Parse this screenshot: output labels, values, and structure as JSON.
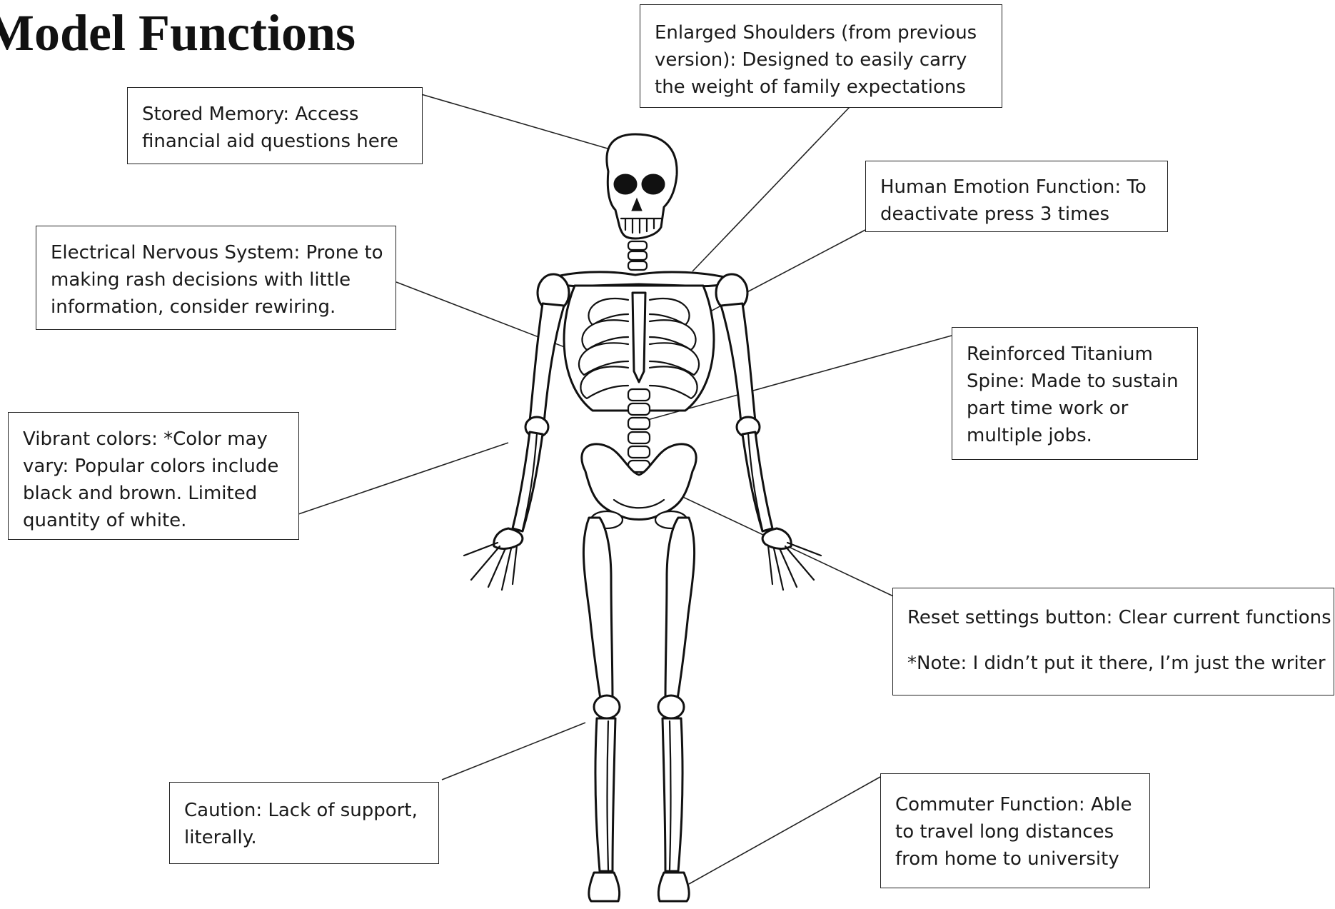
{
  "title": "Model Functions",
  "callouts": {
    "stored_memory": [
      "Stored Memory: Access",
      "financial aid questions here"
    ],
    "enlarged_shoulders": [
      "Enlarged Shoulders (from previous",
      "version): Designed to easily carry",
      "the weight of family expectations"
    ],
    "human_emotion": [
      "Human Emotion Function: To",
      "deactivate press 3 times"
    ],
    "nervous_system": [
      "Electrical Nervous System:  Prone to",
      "making rash decisions with little",
      "information, consider rewiring."
    ],
    "titanium_spine": [
      "Reinforced Titanium",
      "Spine: Made to sustain",
      "part time work or",
      "multiple jobs."
    ],
    "vibrant_colors": [
      "Vibrant colors: *Color may",
      "vary: Popular colors include",
      "black and brown. Limited",
      "quantity of white."
    ],
    "reset_settings": [
      "Reset settings button: Clear current functions",
      "*Note: I didn’t put it there, I’m just the writer"
    ],
    "caution": [
      "Caution: Lack of support,",
      "literally."
    ],
    "commuter": [
      "Commuter Function: Able",
      "to travel long distances",
      "from home to university"
    ]
  }
}
